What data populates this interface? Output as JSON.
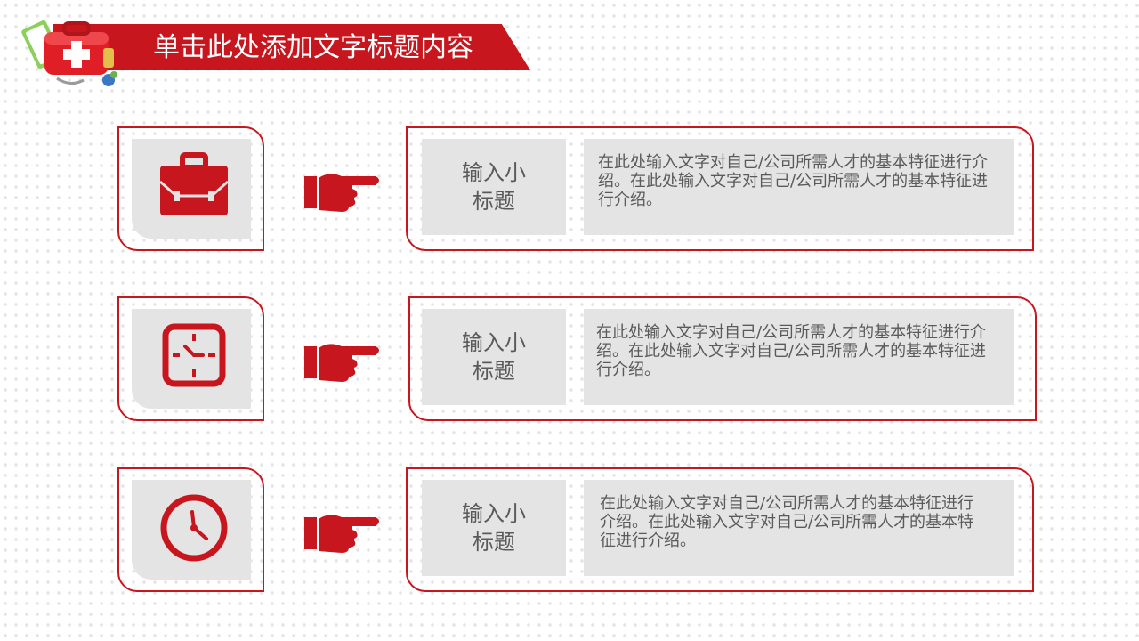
{
  "header": {
    "title": "单击此处添加文字标题内容"
  },
  "colors": {
    "accent": "#c8161e",
    "panel": "#e4e4e4",
    "text": "#5a5a5a"
  },
  "rows": [
    {
      "icon": "briefcase-icon",
      "subtitle": "输入小标题",
      "body": "在此处输入文字对自己/公司所需人才的基本特征进行介绍。在此处输入文字对自己/公司所需人才的基本特征进行介绍。"
    },
    {
      "icon": "square-clock-icon",
      "subtitle": "输入小标题",
      "body": "在此处输入文字对自己/公司所需人才的基本特征进行介绍。在此处输入文字对自己/公司所需人才的基本特征进行介绍。"
    },
    {
      "icon": "round-clock-icon",
      "subtitle": "输入小标题",
      "body": "在此处输入文字对自己/公司所需人才的基本特征进行介绍。在此处输入文字对自己/公司所需人才的基本特征进行介绍。"
    }
  ]
}
